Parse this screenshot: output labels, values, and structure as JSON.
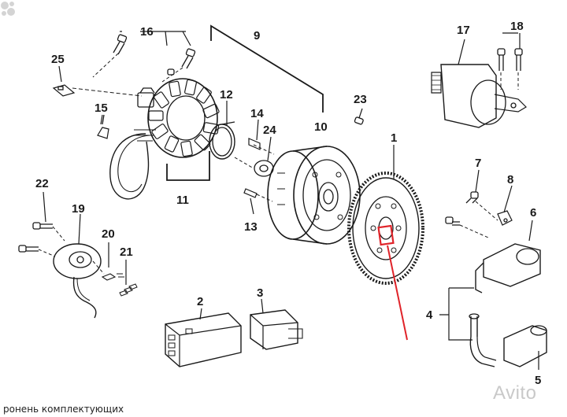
{
  "diagram": {
    "callouts": [
      {
        "id": "c1",
        "label": "1"
      },
      {
        "id": "c2",
        "label": "2"
      },
      {
        "id": "c3",
        "label": "3"
      },
      {
        "id": "c4",
        "label": "4"
      },
      {
        "id": "c5",
        "label": "5"
      },
      {
        "id": "c6",
        "label": "6"
      },
      {
        "id": "c7",
        "label": "7"
      },
      {
        "id": "c8",
        "label": "8"
      },
      {
        "id": "c9",
        "label": "9"
      },
      {
        "id": "c10",
        "label": "10"
      },
      {
        "id": "c11",
        "label": "11"
      },
      {
        "id": "c12",
        "label": "12"
      },
      {
        "id": "c13",
        "label": "13"
      },
      {
        "id": "c14",
        "label": "14"
      },
      {
        "id": "c15",
        "label": "15"
      },
      {
        "id": "c16",
        "label": "16"
      },
      {
        "id": "c17",
        "label": "17"
      },
      {
        "id": "c18",
        "label": "18"
      },
      {
        "id": "c19",
        "label": "19"
      },
      {
        "id": "c20",
        "label": "20"
      },
      {
        "id": "c21",
        "label": "21"
      },
      {
        "id": "c22",
        "label": "22"
      },
      {
        "id": "c23",
        "label": "23"
      },
      {
        "id": "c24",
        "label": "24"
      },
      {
        "id": "c25",
        "label": "25"
      }
    ],
    "highlight_color": "#e0242a",
    "line_color": "#1a1a1a"
  },
  "footer_text": "ронень  комплектующих",
  "watermark": {
    "text": "Avito"
  }
}
